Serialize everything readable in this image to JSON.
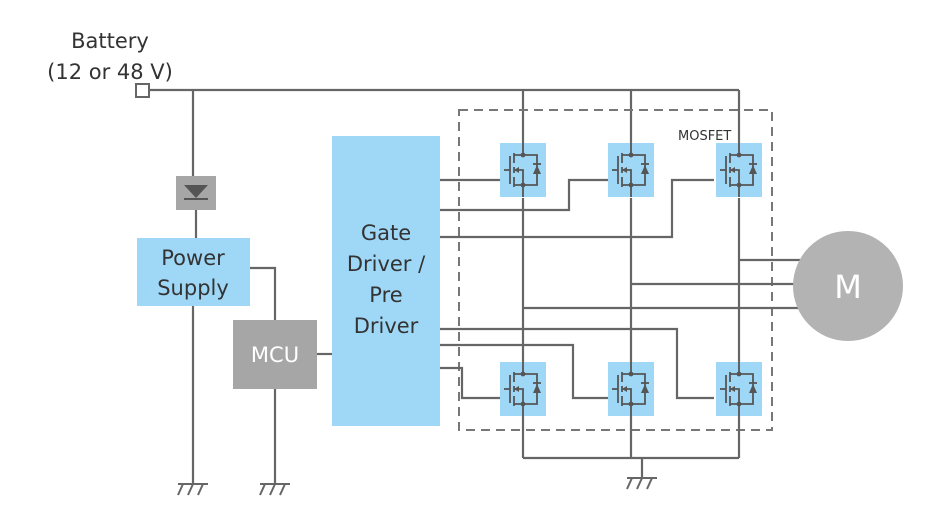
{
  "battery": {
    "label": "Battery",
    "voltage": "(12 or 48 V)"
  },
  "power_supply": {
    "line1": "Power",
    "line2": "Supply"
  },
  "mcu": {
    "label": "MCU"
  },
  "gate_driver": {
    "line1": "Gate",
    "line2": "Driver /",
    "line3": "Pre",
    "line4": "Driver"
  },
  "mosfet_group": {
    "label": "MOSFET"
  },
  "motor": {
    "label": "M"
  },
  "colors": {
    "block_fill": "#9fd8f7",
    "gray_block": "#a6a6a6",
    "motor_fill": "#b3b3b3",
    "wire": "#666666",
    "text": "#333333"
  }
}
